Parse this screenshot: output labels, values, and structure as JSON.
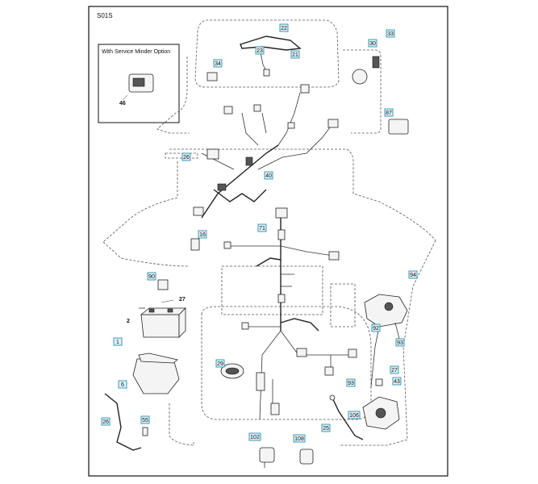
{
  "diagram": {
    "code": "S01S",
    "inset_title": "With Service Minder Option"
  },
  "callouts": [
    {
      "id": "c22",
      "label": "22"
    },
    {
      "id": "c23",
      "label": "23"
    },
    {
      "id": "c21",
      "label": "21"
    },
    {
      "id": "c34",
      "label": "34"
    },
    {
      "id": "c30",
      "label": "30"
    },
    {
      "id": "c33",
      "label": "33"
    },
    {
      "id": "c87",
      "label": "87"
    },
    {
      "id": "c26a",
      "label": "26"
    },
    {
      "id": "c40",
      "label": "40"
    },
    {
      "id": "c71",
      "label": "71"
    },
    {
      "id": "c16",
      "label": "16"
    },
    {
      "id": "c90",
      "label": "90"
    },
    {
      "id": "c1",
      "label": "1"
    },
    {
      "id": "c6",
      "label": "6"
    },
    {
      "id": "c26b",
      "label": "26"
    },
    {
      "id": "c55",
      "label": "55"
    },
    {
      "id": "c29",
      "label": "29"
    },
    {
      "id": "c94",
      "label": "94"
    },
    {
      "id": "c92",
      "label": "92"
    },
    {
      "id": "c93a",
      "label": "93"
    },
    {
      "id": "c93b",
      "label": "93"
    },
    {
      "id": "c27b",
      "label": "27"
    },
    {
      "id": "c43",
      "label": "43"
    },
    {
      "id": "c106",
      "label": "106"
    },
    {
      "id": "c25",
      "label": "25"
    },
    {
      "id": "c102",
      "label": "102"
    },
    {
      "id": "c108",
      "label": "108"
    }
  ],
  "plain_labels": {
    "l46": "46",
    "l27": "27",
    "l2": "2"
  }
}
